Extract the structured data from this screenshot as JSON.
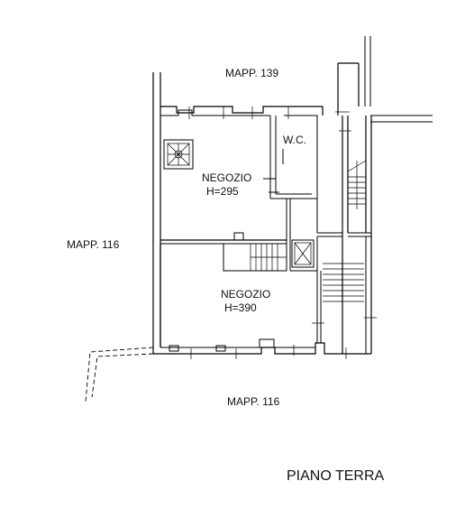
{
  "labels": {
    "north_parcel": "MAPP. 139",
    "west_parcel": "MAPP. 116",
    "south_parcel": "MAPP. 116",
    "wc": "W.C.",
    "shop_upper": "NEGOZIO",
    "shop_upper_height": "H=295",
    "shop_lower": "NEGOZIO",
    "shop_lower_height": "H=390",
    "floor_title": "PIANO TERRA"
  }
}
